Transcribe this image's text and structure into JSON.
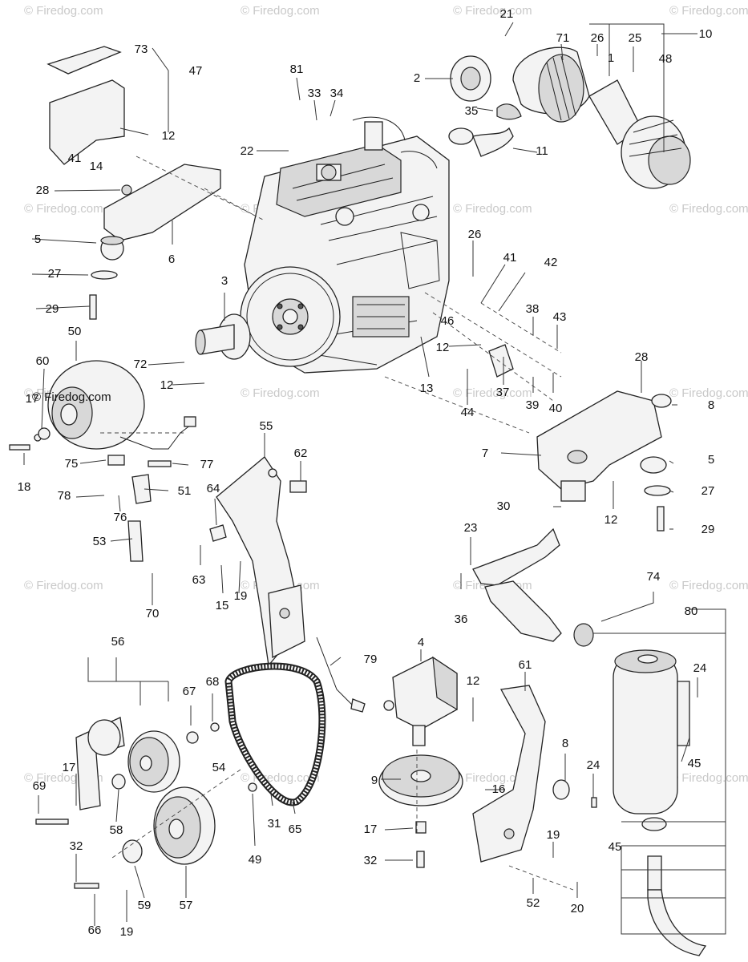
{
  "watermark": {
    "text": "© Firedog.com"
  },
  "parts": [
    "1",
    "2",
    "3",
    "4",
    "5",
    "6",
    "7",
    "8",
    "9",
    "10",
    "11",
    "12",
    "13",
    "14",
    "15",
    "16",
    "17",
    "18",
    "19",
    "20",
    "21",
    "22",
    "23",
    "24",
    "25",
    "26",
    "27",
    "28",
    "29",
    "30",
    "31",
    "32",
    "33",
    "34",
    "35",
    "36",
    "37",
    "38",
    "39",
    "40",
    "41",
    "42",
    "43",
    "44",
    "45",
    "46",
    "47",
    "48",
    "49",
    "50",
    "51",
    "52",
    "53",
    "54",
    "55",
    "56",
    "57",
    "58",
    "59",
    "60",
    "61",
    "62",
    "63",
    "64",
    "65",
    "66",
    "67",
    "68",
    "69",
    "70",
    "71",
    "72",
    "73",
    "74",
    "75",
    "76",
    "77",
    "78",
    "79",
    "80",
    "81"
  ]
}
